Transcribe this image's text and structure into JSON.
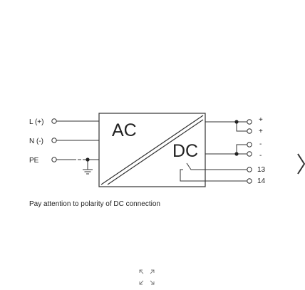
{
  "diagram": {
    "inputs": {
      "line": "L (+)",
      "neutral": "N (-)",
      "earth": "PE"
    },
    "block": {
      "ac": "AC",
      "dc": "DC"
    },
    "outputs": {
      "plus_1": "+",
      "plus_2": "+",
      "minus_1": "-",
      "minus_2": "-",
      "contact_13": "13",
      "contact_14": "14"
    },
    "caption": "Pay attention to polarity of DC connection"
  },
  "controls": {
    "next_icon": "chevron-right-icon",
    "fullscreen_icon": "expand-icon"
  }
}
